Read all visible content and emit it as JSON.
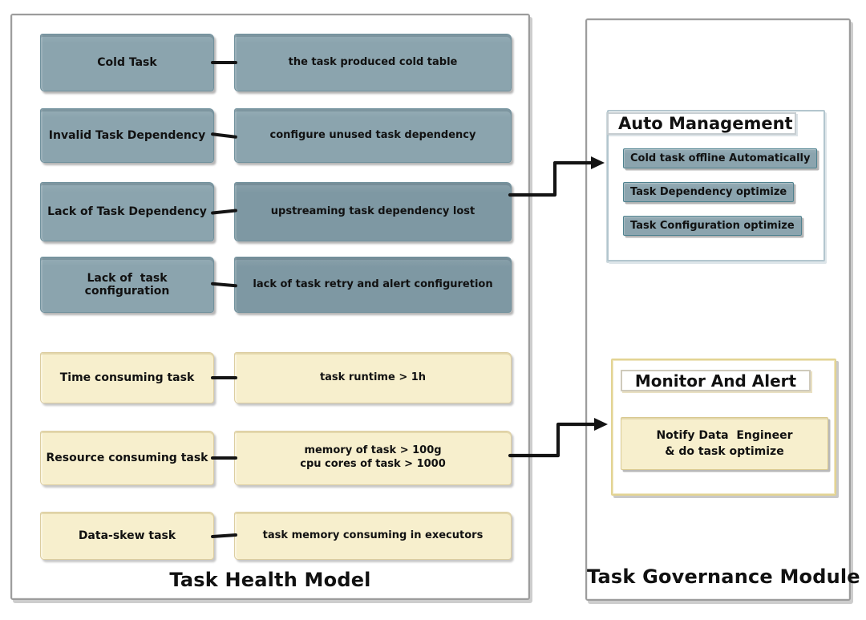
{
  "colors": {
    "blue_fill": "#8BA4AE",
    "blue_fill_light": "#95ADB6",
    "blue_border": "#71919D",
    "blue_deep_fill": "#7E98A3",
    "yellow_fill": "#F7EFCD",
    "yellow_border": "#DCCDA0",
    "chip_border": "#4F828F",
    "arrow": "#141414",
    "panel_border": "#9C9C9C",
    "auto_group_border": "#B3C6CE",
    "monitor_group_border": "#E3D493",
    "text": "#111111"
  },
  "left_panel": {
    "title": "Task Health Model",
    "rows": [
      {
        "label": "Cold Task",
        "description": "the task produced cold table"
      },
      {
        "label": "Invalid Task Dependency",
        "description": "configure unused task dependency"
      },
      {
        "label": "Lack of Task Dependency",
        "description": "upstreaming task dependency lost"
      },
      {
        "label": "Lack of  task configuration",
        "description": "lack of task retry and alert configuretion"
      },
      {
        "label": "Time consuming task",
        "description": "task runtime > 1h"
      },
      {
        "label": "Resource consuming task",
        "description": "memory of task > 100g\ncpu cores of task > 1000"
      },
      {
        "label": "Data-skew task",
        "description": "task memory consuming in executors"
      }
    ]
  },
  "right_panel": {
    "title": "Task Governance Module",
    "auto_management": {
      "title": "Auto Management",
      "items": [
        "Cold task offline Automatically",
        "Task Dependency optimize",
        "Task Configuration optimize"
      ]
    },
    "monitor_and_alert": {
      "title": "Monitor And Alert",
      "items": [
        "Notify Data  Engineer\n& do task optimize"
      ]
    }
  }
}
